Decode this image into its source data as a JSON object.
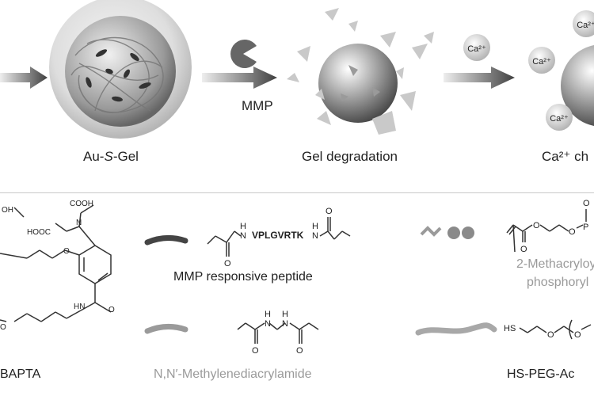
{
  "top": {
    "caption_gel": [
      "Au-",
      "S",
      "-Gel"
    ],
    "enzyme_label": "MMP",
    "caption_degradation": "Gel degradation",
    "caption_chelation": "Ca²⁺ ch",
    "ion_label": "Ca²⁺"
  },
  "legend": {
    "bapta": {
      "name": "BAPTA",
      "groups": [
        "OH",
        "COOH",
        "HOOC",
        "N",
        "HN",
        "O"
      ]
    },
    "peptide": {
      "name": "MMP responsive peptide",
      "sequence": "VPLGVRTK",
      "nh": "H",
      "n": "N",
      "o": "O"
    },
    "crosslinker": {
      "name": "N,N′-Methylenediacrylamide",
      "nh": "H",
      "n": "N",
      "o": "O"
    },
    "mpc": {
      "name_line1": "2-Methacryloy",
      "name_line2": "phosphoryl",
      "p": "P",
      "o": "O"
    },
    "peg": {
      "name": "HS-PEG-Ac",
      "hs": "HS",
      "o": "O"
    }
  },
  "colors": {
    "arrow": "#444444",
    "grey_text": "#9a9a9a",
    "sphere_dark": "#555555",
    "sphere_light": "#e4e4e4"
  }
}
